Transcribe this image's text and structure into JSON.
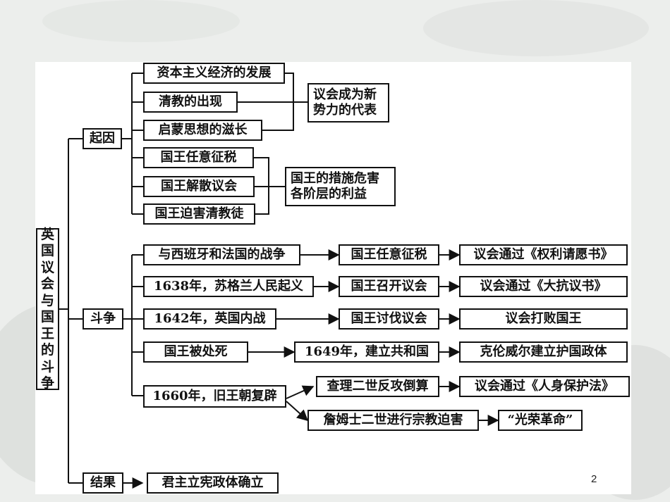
{
  "diagram": {
    "root": "英国议会与国王的斗争",
    "causes": {
      "label": "起因",
      "group1": {
        "items": [
          "资本主义经济的发展",
          "清教的出现",
          "启蒙思想的滋长"
        ],
        "result": "议会成为新势力的代表"
      },
      "group2": {
        "items": [
          "国王任意征税",
          "国王解散议会",
          "国王迫害清教徒"
        ],
        "result": "国王的措施危害各阶层的利益"
      }
    },
    "struggle": {
      "label": "斗争",
      "rows": [
        {
          "event": "与西班牙和法国的战争",
          "action": "国王任意征税",
          "outcome": "议会通过《权利请愿书》"
        },
        {
          "event": "1638年，苏格兰人民起义",
          "action": "国王召开议会",
          "outcome": "议会通过《大抗议书》"
        },
        {
          "event": "1642年，英国内战",
          "action": "国王讨伐议会",
          "outcome": "议会打败国王"
        },
        {
          "event": "国王被处死",
          "action": "1649年，建立共和国",
          "outcome": "克伦威尔建立护国政体"
        }
      ],
      "restoration": {
        "event": "1660年，旧王朝复辟",
        "branch1": {
          "action": "查理二世反攻倒算",
          "outcome": "议会通过《人身保护法》"
        },
        "branch2": {
          "action": "詹姆士二世进行宗教迫害",
          "outcome": "“光荣革命”"
        }
      }
    },
    "result": {
      "label": "结果",
      "item": "君主立宪政体确立"
    }
  },
  "page_number": "2"
}
